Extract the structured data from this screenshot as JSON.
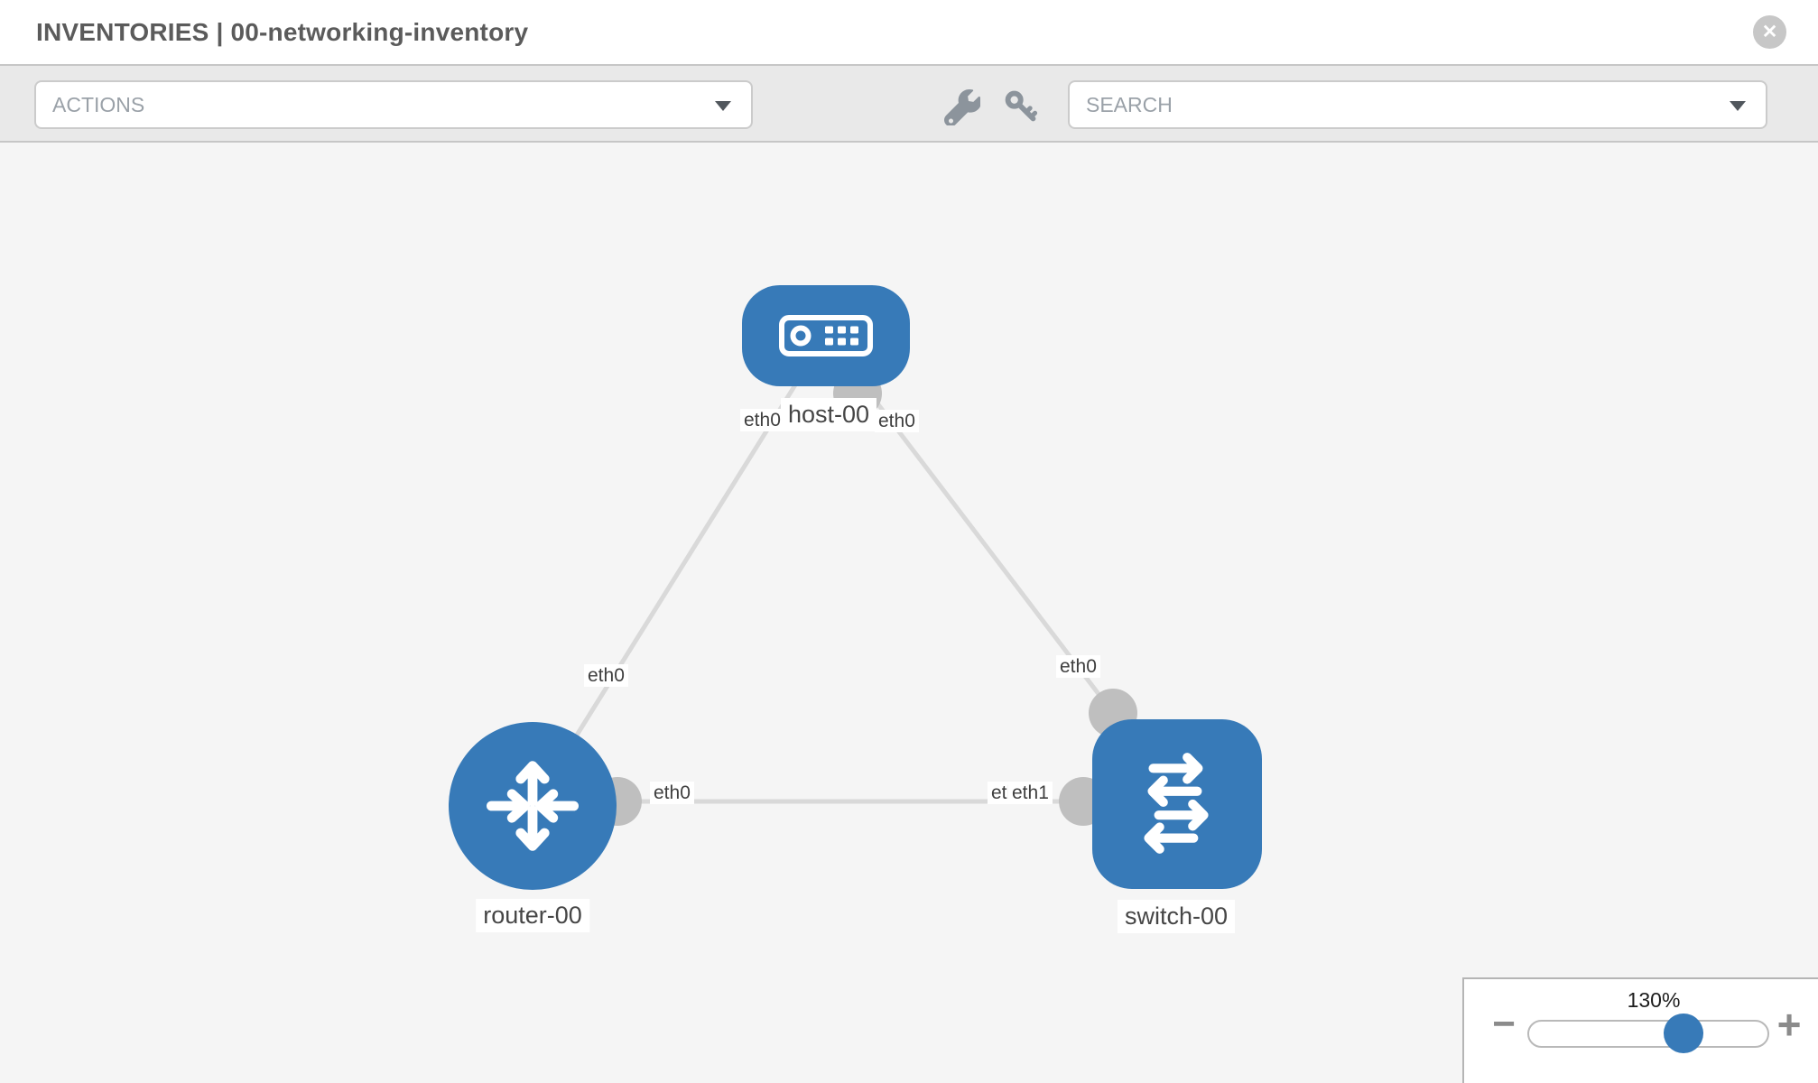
{
  "window": {
    "title": "INVENTORIES | 00-networking-inventory",
    "close_glyph": "✕"
  },
  "toolbar": {
    "actions": {
      "label": "ACTIONS"
    },
    "search": {
      "placeholder": "SEARCH"
    },
    "tools": [
      {
        "icon": "wrench-icon"
      },
      {
        "icon": "key-icon"
      }
    ]
  },
  "topology": {
    "nodes": [
      {
        "label": "host-00",
        "type": "host",
        "shape": "rounded-rect"
      },
      {
        "label": "router-00",
        "type": "router",
        "shape": "circle"
      },
      {
        "label": "switch-00",
        "type": "switch",
        "shape": "rounded-square"
      }
    ],
    "iface_labels": {
      "host_left": "eth0",
      "host_right": "eth0",
      "router_top": "eth0",
      "switch_top": "eth0",
      "router_right": "eth0",
      "switch_left_back": "eth0",
      "switch_left_front": "eth1"
    },
    "links": [
      {
        "from": "host-00",
        "from_if": "eth0",
        "to": "router-00",
        "to_if": "eth0"
      },
      {
        "from": "host-00",
        "from_if": "eth0",
        "to": "switch-00",
        "to_if": "eth0"
      },
      {
        "from": "router-00",
        "from_if": "eth0",
        "to": "switch-00",
        "to_if": "eth1"
      }
    ]
  },
  "zoom_control": {
    "level": "130%",
    "minus_label": "−",
    "plus_label": "+"
  },
  "colors": {
    "node_blue": "#377ab8",
    "link_gray": "#d9d9d9",
    "port_gray": "#bfbfbf",
    "toolbar_bg": "#e9e9e9",
    "canvas_bg": "#f5f5f5",
    "icon_gray": "#8c949c"
  }
}
